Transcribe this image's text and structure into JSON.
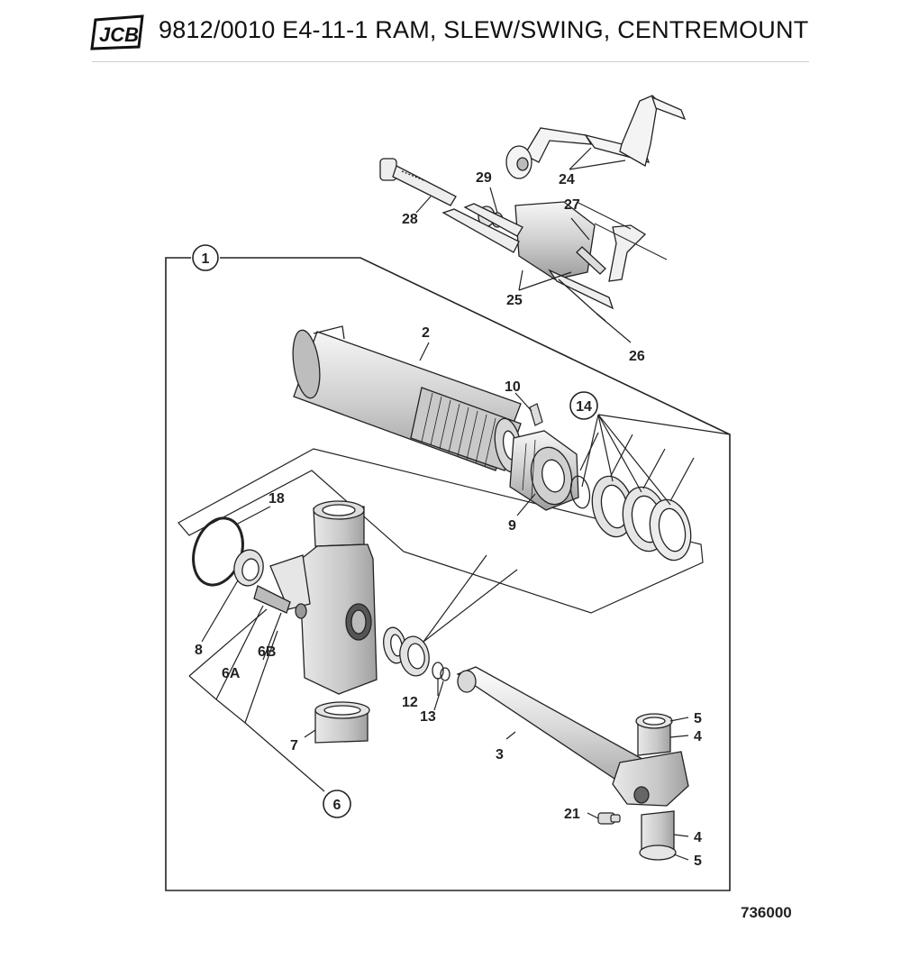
{
  "header": {
    "logo_text": "JCB",
    "title": "9812/0010 E4-11-1 RAM, SLEW/SWING, CENTREMOUNT"
  },
  "callouts": {
    "c1": "1",
    "c2": "2",
    "c3": "3",
    "c4a": "4",
    "c4b": "4",
    "c5a": "5",
    "c5b": "5",
    "c6": "6",
    "c6a": "6A",
    "c6b": "6B",
    "c7": "7",
    "c8": "8",
    "c9": "9",
    "c10": "10",
    "c12": "12",
    "c13": "13",
    "c14": "14",
    "c18": "18",
    "c21": "21",
    "c24": "24",
    "c25": "25",
    "c26": "26",
    "c27": "27",
    "c28": "28",
    "c29": "29"
  },
  "footer": {
    "drawing_number": "736000"
  }
}
